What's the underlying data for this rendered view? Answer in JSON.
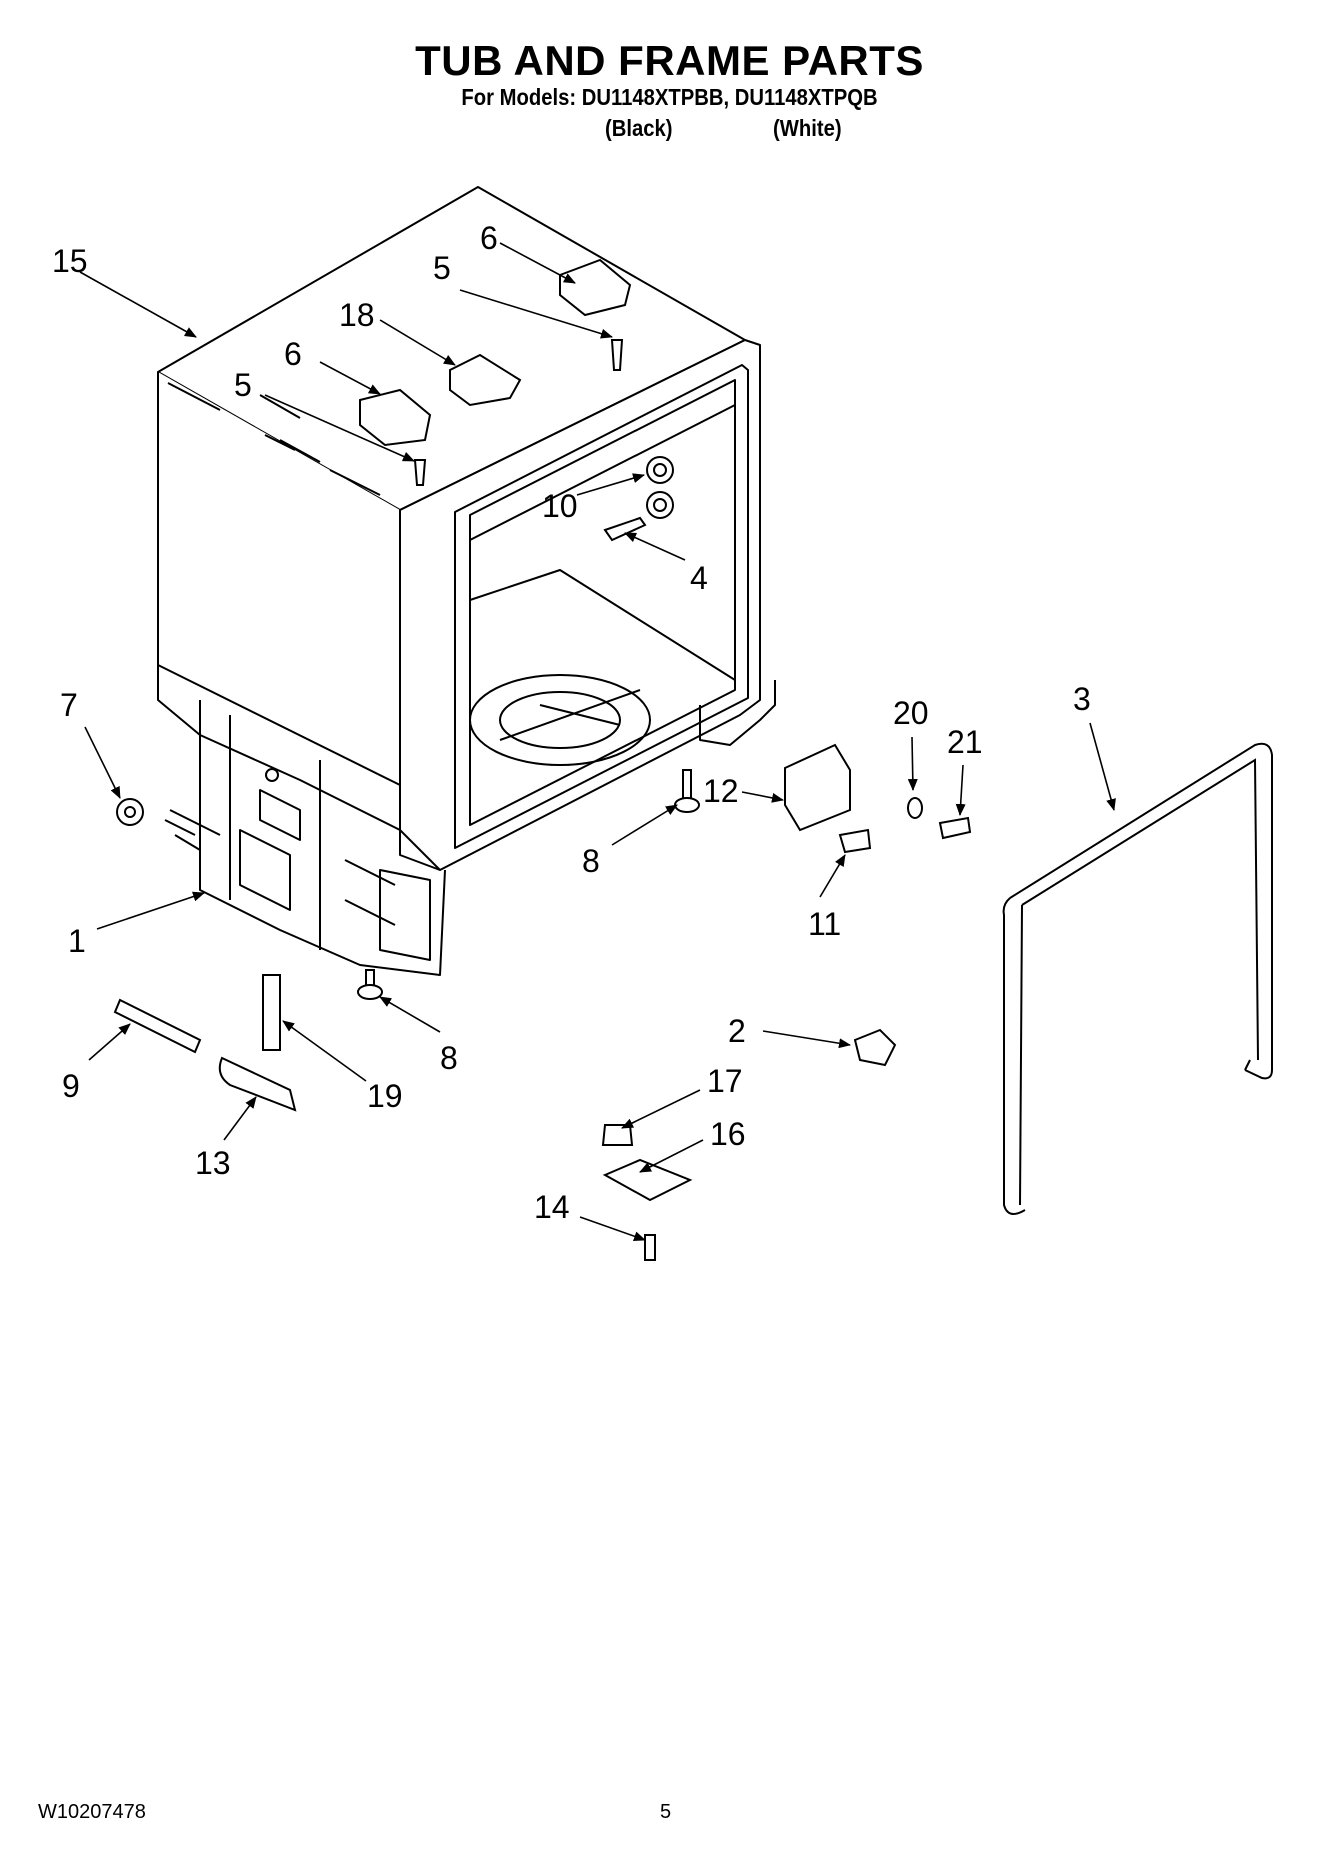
{
  "title": "TUB AND FRAME PARTS",
  "models_line": "For Models: DU1148XTPBB, DU1148XTPQB",
  "variants": [
    "(Black)",
    "(White)"
  ],
  "callouts": [
    "15",
    "6",
    "5",
    "18",
    "6",
    "5",
    "10",
    "4",
    "7",
    "20",
    "3",
    "21",
    "12",
    "8",
    "1",
    "11",
    "9",
    "19",
    "8",
    "2",
    "17",
    "13",
    "16",
    "14"
  ],
  "footer": {
    "doc_number": "W10207478",
    "page_number": "5"
  }
}
